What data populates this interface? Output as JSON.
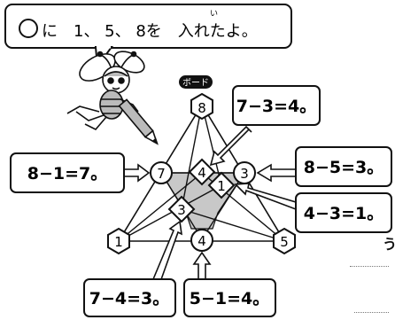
{
  "speech": {
    "text": "に　1、 5、 8を　入れたよ。",
    "ruby": "い"
  },
  "board_label": "ボード",
  "hexagons": {
    "top": "8",
    "left": "1",
    "right": "5"
  },
  "circles": {
    "left": "7",
    "right": "3",
    "bottom": "4"
  },
  "diamonds": {
    "top": "4",
    "left": "3",
    "right": "1"
  },
  "equations": {
    "top": "7−3=4。",
    "left": "8−1=7。",
    "right": "8−5=3。",
    "mid_right": "4−3=1。",
    "bottom_left": "7−4=3。",
    "bottom_right": "5−1=4。"
  },
  "cutoff_text": "う"
}
